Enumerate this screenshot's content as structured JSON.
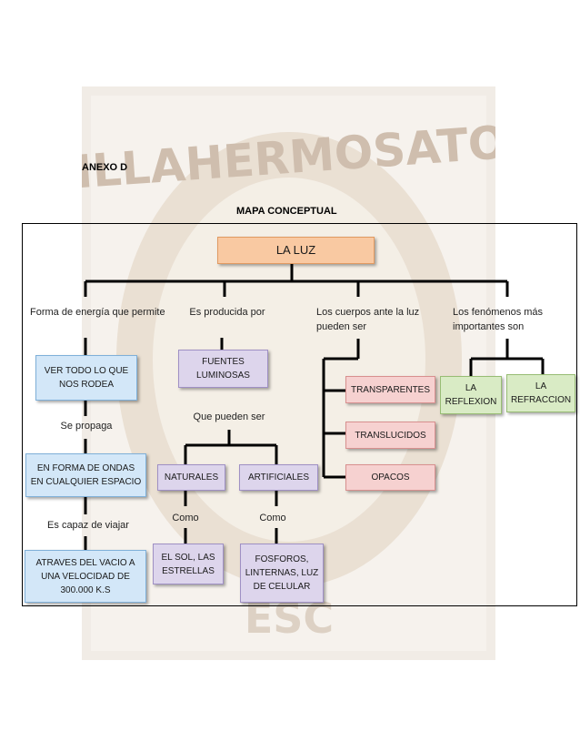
{
  "header": {
    "annex": "ANEXO D",
    "title": "MAPA CONCEPTUAL"
  },
  "watermark": {
    "text_top": "VILLAHERMOSATOL",
    "color": "#8a5a2b"
  },
  "root": "LA LUZ",
  "branches": [
    {
      "label": "Forma de energía que permite",
      "box1": "VER TODO LO QUE NOS RODEA",
      "label2": "Se propaga",
      "box2": "EN FORMA DE ONDAS EN CUALQUIER ESPACIO",
      "label3": "Es capaz de viajar",
      "box3": "ATRAVES DEL VACIO A UNA VELOCIDAD DE 300.000 K.S"
    },
    {
      "label": "Es producida por",
      "box1": "FUENTES LUMINOSAS",
      "label2": "Que pueden ser",
      "children": [
        {
          "box": "NATURALES",
          "label": "Como",
          "leaf": "EL SOL, LAS ESTRELLAS"
        },
        {
          "box": "ARTIFICIALES",
          "label": "Como",
          "leaf": "FOSFOROS, LINTERNAS, LUZ DE CELULAR"
        }
      ]
    },
    {
      "label": "Los cuerpos ante la luz pueden ser",
      "items": [
        "TRANSPARENTES",
        "TRANSLUCIDOS",
        "OPACOS"
      ]
    },
    {
      "label": "Los fenómenos más importantes son",
      "items": [
        "LA REFLEXION",
        "LA REFRACCION"
      ]
    }
  ],
  "colors": {
    "root": "#f9c9a2",
    "blue": "#d3e7f8",
    "purple": "#ddd5ec",
    "red": "#f6d1d0",
    "green": "#d9ebc5"
  }
}
